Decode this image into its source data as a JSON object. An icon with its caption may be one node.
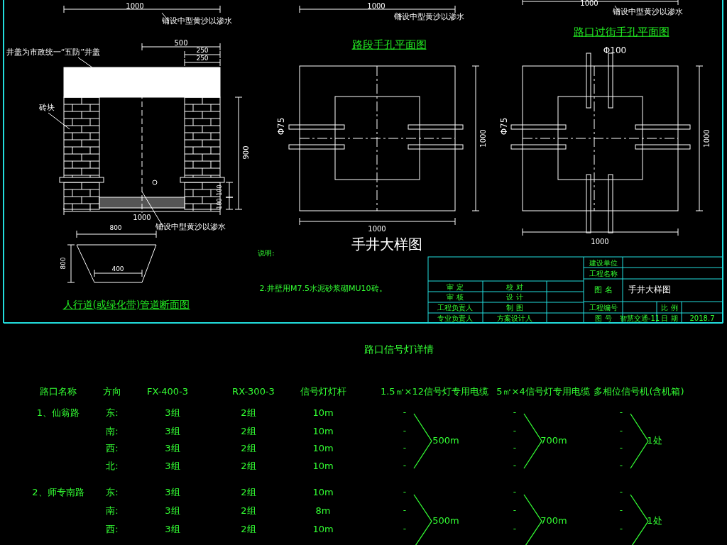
{
  "diagram": {
    "nodes": [
      {
        "text": [
          "井盖为市政统一“五防”井盖"
        ]
      },
      {
        "text": [
          "砖块"
        ]
      },
      {
        "text": [
          "铺设中型黄沙以渗水"
        ]
      },
      {
        "text": [
          "铺设中型黄沙以渗水"
        ]
      },
      {
        "text": [
          "铺设中型黄沙以渗水"
        ]
      },
      {
        "text": [
          "铺设中型黄沙以渗水"
        ]
      }
    ],
    "edges": [
      {
        "from": 0,
        "to": null,
        "arrow": "none"
      },
      {
        "from": 1,
        "to": null,
        "arrow": "none"
      },
      {
        "from": 2,
        "to": null,
        "arrow": "none"
      },
      {
        "from": 3,
        "to": null,
        "arrow": "none"
      },
      {
        "from": 4,
        "to": null,
        "arrow": "none"
      },
      {
        "from": 5,
        "to": null,
        "arrow": "none"
      }
    ],
    "labels": [
      "1000",
      "1000",
      "1000",
      "500",
      "250",
      "250",
      "900",
      "100",
      "100",
      "1000",
      "路段手孔平面图",
      "路口过街手孔平面图",
      "Φ100",
      "Φ75",
      "1000",
      "Φ75",
      "1000",
      "1000",
      "1000",
      "手井大样图",
      "800",
      "800",
      "400",
      "说明:",
      "2.井壁用M7.5水泥砂浆砌MU10砖。",
      "人行道(或绿化带)管道断面图",
      "建设单位",
      "工程名称",
      "审 定",
      "校 对",
      "图 名",
      "手井大样图",
      "审 核",
      "设 计",
      "工程负责人",
      "制 图",
      "工程编号",
      "比 例",
      "专业负责人",
      "方案设计人",
      "图 号",
      "智慧交通-11",
      "日 期",
      "2018.7",
      "路口信号灯详情",
      "路口名称",
      "方向",
      "FX-400-3",
      "RX-300-3",
      "信号灯灯杆",
      "1.5㎡×12信号灯专用电缆",
      "5㎡×4信号灯专用电缆",
      "多相位信号机(含机箱)",
      "1、仙翁路",
      "东:",
      "3组",
      "2组",
      "10m",
      "-",
      "-",
      "-",
      "南:",
      "3组",
      "2组",
      "10m",
      "-",
      "-",
      "-",
      "500m",
      "700m",
      "1处",
      "西:",
      "3组",
      "2组",
      "10m",
      "-",
      "-",
      "-",
      "北:",
      "3组",
      "2组",
      "10m",
      "-",
      "-",
      "-",
      "2、师专南路",
      "东:",
      "3组",
      "2组",
      "10m",
      "-",
      "-",
      "-",
      "南:",
      "3组",
      "2组",
      "8m",
      "-",
      "-",
      "-",
      "500m",
      "700m",
      "1处",
      "西:",
      "3组",
      "2组",
      "10m",
      "-",
      "-",
      "-"
    ]
  }
}
